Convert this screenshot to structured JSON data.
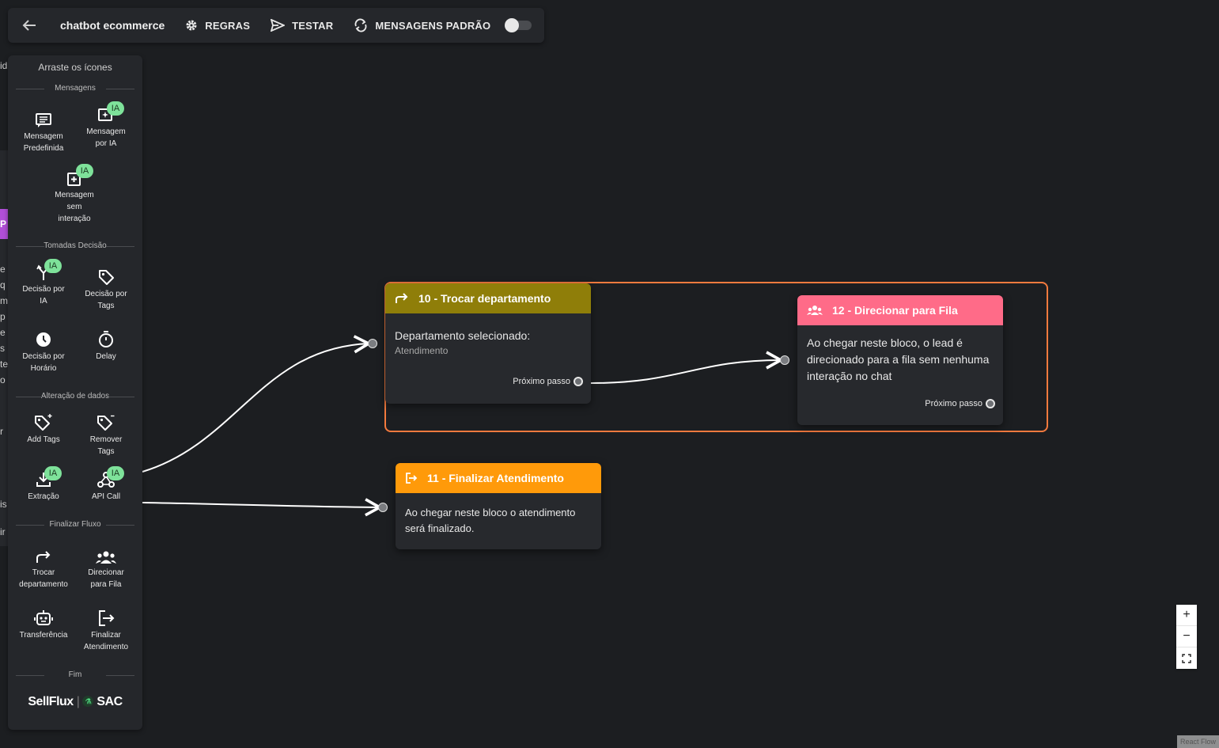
{
  "toolbar": {
    "title": "chatbot ecommerce",
    "rules": "REGRAS",
    "test": "TESTAR",
    "default_messages": "MENSAGENS PADRÃO"
  },
  "palette": {
    "hint": "Arraste os ícones",
    "ia_badge": "IA",
    "sections": {
      "messages": "Mensagens",
      "decisions": "Tomadas Decisão",
      "data": "Alteração de dados",
      "finish": "Finalizar Fluxo",
      "end": "Fim"
    },
    "items": {
      "predefined_message": [
        "Mensagem",
        "Predefinida"
      ],
      "ai_message": [
        "Mensagem",
        "por IA"
      ],
      "no_interaction_message": [
        "Mensagem",
        "sem",
        "interação"
      ],
      "ai_decision": [
        "Decisão por",
        "IA"
      ],
      "tag_decision": [
        "Decisão por",
        "Tags"
      ],
      "schedule_decision": [
        "Decisão por",
        "Horário"
      ],
      "delay": [
        "Delay"
      ],
      "add_tags": [
        "Add Tags"
      ],
      "remove_tags": [
        "Remover",
        "Tags"
      ],
      "extraction": [
        "Extração"
      ],
      "api_call": [
        "API Call"
      ],
      "change_department": [
        "Trocar",
        "departamento"
      ],
      "queue": [
        "Direcionar",
        "para Fila"
      ],
      "transfer": [
        "Transferência"
      ],
      "finish_service": [
        "Finalizar",
        "Atendimento"
      ]
    },
    "brand": {
      "left": "SellFlux",
      "right": "SAC"
    }
  },
  "nodes": {
    "n10": {
      "title": "10 - Trocar departamento",
      "label": "Departamento selecionado:",
      "value": "Atendimento",
      "next": "Próximo passo",
      "color": "#8f7e09"
    },
    "n12": {
      "title": "12 - Direcionar para Fila",
      "text": "Ao chegar neste bloco, o lead é direcionado para a fila sem nenhuma interação no chat",
      "next": "Próximo passo",
      "color": "#ff6b88"
    },
    "n11": {
      "title": "11 - Finalizar Atendimento",
      "text": "Ao chegar neste bloco o atendimento será finalizado.",
      "color": "#ff9a0a"
    }
  },
  "group_border_color": "#f47a3e",
  "attribution": "React Flow"
}
